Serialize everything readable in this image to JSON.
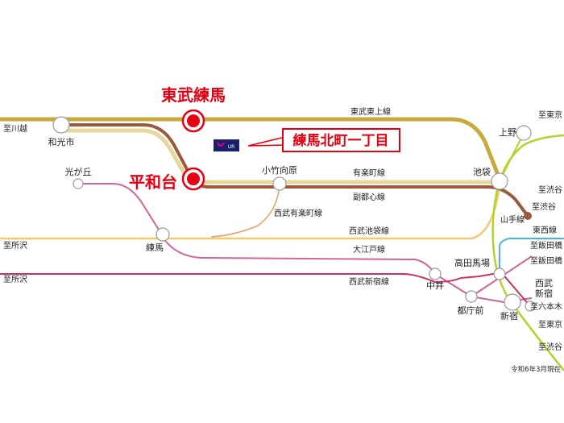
{
  "highlight": {
    "station_1": "東武練馬",
    "station_2": "平和台",
    "property": "練馬北町一丁目",
    "logo_text": "UR"
  },
  "lines": {
    "tobu_tojo": "東武東上線",
    "yurakucho": "有楽町線",
    "fukutoshin": "副都心線",
    "seibu_yurakucho": "西武有楽町線",
    "seibu_ikebukuro": "西武池袋線",
    "oedo": "大江戸線",
    "seibu_shinjuku": "西武新宿線",
    "yamanote": "山手線",
    "tozai": "東西線"
  },
  "stations": {
    "wakoshi": "和光市",
    "hikarigaoka": "光が丘",
    "kotakemukaihara": "小竹向原",
    "nerima": "練馬",
    "ikebukuro": "池袋",
    "ueno": "上野",
    "takadanobaba": "高田馬場",
    "nakai": "中井",
    "tochomae": "都庁前",
    "shinjuku": "新宿",
    "seibu_shinjuku_1": "西武",
    "seibu_shinjuku_2": "新宿"
  },
  "destinations": {
    "kawagoe": "至川越",
    "tokyo": "至東京",
    "shibuya_1": "至渋谷",
    "tokorozawa_1": "至所沢",
    "tokorozawa_2": "至所沢",
    "shibuya_2": "至渋谷",
    "iidabashi_1": "至飯田橋",
    "iidabashi_2": "至飯田橋",
    "roppongi": "至六本木",
    "shibuya_3": "至渋谷",
    "tokyo_2": "至東京"
  },
  "as_of": "令和6年3月現在",
  "colors": {
    "tobu": "#c8aa3c",
    "fukutoshin": "#9b5a3c",
    "yurakucho_pale": "#e6d79b",
    "seibu_ikebukuro": "#f5c86e",
    "oedo": "#d2649b",
    "seibu_shinjuku": "#c83264",
    "yamanote": "#b4d228",
    "tozai": "#4bb4e6",
    "seibu_yurakucho": "#e6a064",
    "highlight": "#e60012",
    "logo": "#1a1f6e"
  }
}
